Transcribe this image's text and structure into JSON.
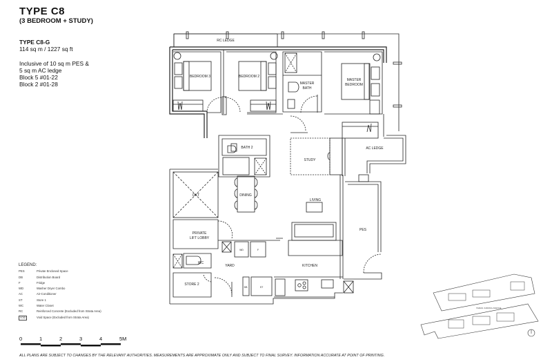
{
  "header": {
    "title": "TYPE  C8",
    "subtitle": "(3 BEDROOM + STUDY)"
  },
  "unit_info": {
    "type": "TYPE C8-G",
    "area": "114 sq m / 1227 sq ft",
    "lines": [
      "Inclusive of 10 sq m PES &",
      "5 sq m AC ledge",
      "Block 5 #01-22",
      "Block 2 #01-28"
    ]
  },
  "legend": {
    "title": "LEGEND:",
    "items": [
      {
        "code": "PES",
        "desc": "Private Enclosed Space"
      },
      {
        "code": "DB",
        "desc": "Distribution Board"
      },
      {
        "code": "F",
        "desc": "Fridge"
      },
      {
        "code": "WD",
        "desc": "Washer Dryer Combo"
      },
      {
        "code": "AC",
        "desc": "Air-Conditioner"
      },
      {
        "code": "ST",
        "desc": "Store 1"
      },
      {
        "code": "WC",
        "desc": "Water Closet"
      },
      {
        "code": "RC",
        "desc": "Reinforced Concrete (Excluded from Strata Area)"
      },
      {
        "code": "VOID",
        "desc": "Void Space (Excluded from Strata Area)"
      }
    ]
  },
  "scale_bar": {
    "labels": [
      "0",
      "1",
      "2",
      "3",
      "4",
      "5M"
    ]
  },
  "disclaimer": "ALL PLANS ARE SUBJECT TO CHANGES BY THE RELEVANT AUTHORITIES. MEASUREMENTS ARE APPROXIMATE ONLY AND SUBJECT TO FINAL SURVEY. INFORMATION ACCURATE AT POINT OF PRINTING.",
  "rooms": {
    "rc_ledge": "RC LEDGE",
    "bedroom3": "BEDROOM 3",
    "bedroom2": "BEDROOM 2",
    "master_bath_1": "MASTER",
    "master_bath_2": "BATH",
    "master_bedroom_1": "MASTER",
    "master_bedroom_2": "BEDROOM",
    "bath2": "BATH 2",
    "study": "STUDY",
    "ac_ledge": "AC LEDGE",
    "dkt": "DKT",
    "dining": "DINING",
    "living": "LIVING",
    "pes": "PES",
    "private_lift_lobby_1": "PRIVATE",
    "private_lift_lobby_2": "LIFT LOBBY",
    "wc": "WC",
    "yard": "YARD",
    "kitchen": "KITCHEN",
    "store2": "STORE 2",
    "wd": "WD",
    "fridge": "F",
    "db": "DB",
    "store1": "ST"
  },
  "key_plan": {
    "road_label": "TAMAN JURONG AVENUE",
    "north_symbol": "N"
  }
}
